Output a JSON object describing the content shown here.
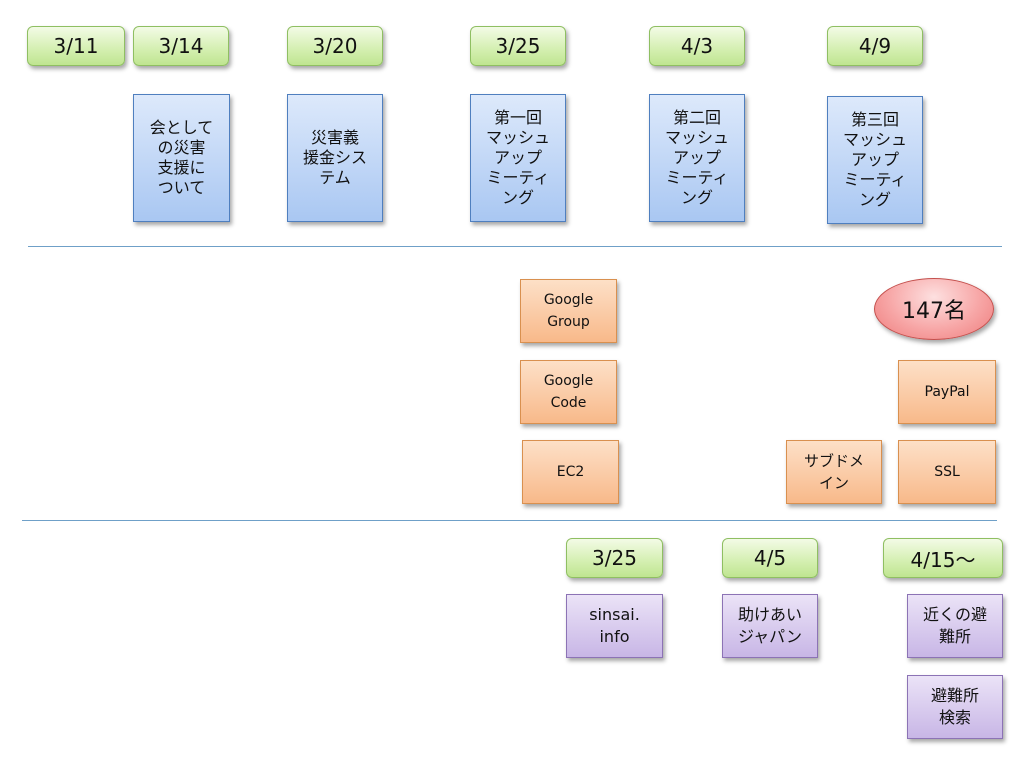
{
  "top_dates": [
    "3/11",
    "3/14",
    "3/20",
    "3/25",
    "4/3",
    "4/9"
  ],
  "events": [
    "会として\nの災害\n支援に\nついて",
    "災害義\n援金シス\nテム",
    "第一回\nマッシュ\nアップ\nミーティ\nング",
    "第二回\nマッシュ\nアップ\nミーティ\nング",
    "第三回\nマッシュ\nアップ\nミーティ\nング"
  ],
  "tools": {
    "google_group": "Google\nGroup",
    "google_code": "Google\nCode",
    "ec2": "EC2",
    "subdomain": "サブドメ\nイン",
    "paypal": "PayPal",
    "ssl": "SSL"
  },
  "participants": "147名",
  "bottom_dates": [
    "3/25",
    "4/5",
    "4/15〜"
  ],
  "services": {
    "sinsai_info": "sinsai.\ninfo",
    "tasukeai_japan": "助けあい\nジャパン",
    "nearby_shelters": "近くの避\n難所",
    "shelter_search": "避難所\n検索"
  },
  "colors": {
    "date_green": "#d6f0b4",
    "event_blue": "#a9c7f2",
    "tool_orange": "#f8b98a",
    "service_purple": "#c8b6e6",
    "ellipse_red": "#f7a6a6",
    "divider_blue": "#6fa0c8"
  }
}
